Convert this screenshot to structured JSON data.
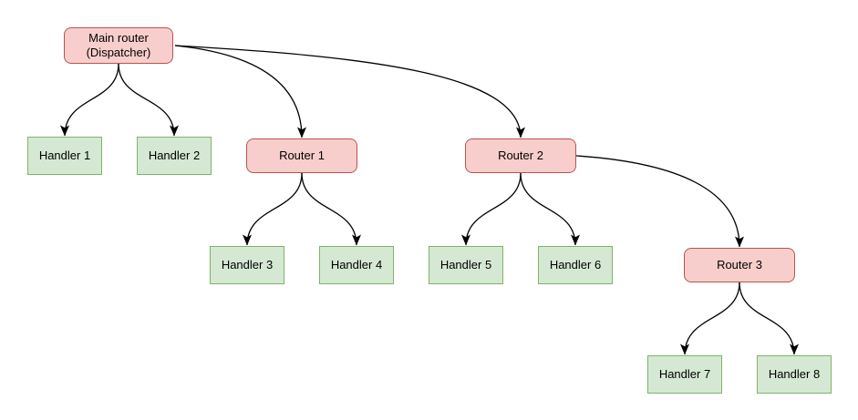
{
  "diagram": {
    "type": "tree",
    "background": "#ffffff",
    "colors": {
      "router_fill": "#f8cecc",
      "router_stroke": "#b85450",
      "handler_fill": "#d5e8d4",
      "handler_stroke": "#82b366",
      "edge_stroke": "#000000",
      "text": "#000000"
    },
    "nodes": [
      {
        "id": "main-router",
        "label": "Main router\n(Dispatcher)",
        "type": "router"
      },
      {
        "id": "handler-1",
        "label": "Handler 1",
        "type": "handler"
      },
      {
        "id": "handler-2",
        "label": "Handler 2",
        "type": "handler"
      },
      {
        "id": "router-1",
        "label": "Router 1",
        "type": "router"
      },
      {
        "id": "router-2",
        "label": "Router 2",
        "type": "router"
      },
      {
        "id": "handler-3",
        "label": "Handler 3",
        "type": "handler"
      },
      {
        "id": "handler-4",
        "label": "Handler 4",
        "type": "handler"
      },
      {
        "id": "handler-5",
        "label": "Handler 5",
        "type": "handler"
      },
      {
        "id": "handler-6",
        "label": "Handler 6",
        "type": "handler"
      },
      {
        "id": "router-3",
        "label": "Router 3",
        "type": "router"
      },
      {
        "id": "handler-7",
        "label": "Handler 7",
        "type": "handler"
      },
      {
        "id": "handler-8",
        "label": "Handler 8",
        "type": "handler"
      }
    ],
    "edges": [
      {
        "from": "main-router",
        "to": "handler-1",
        "arrow": "target"
      },
      {
        "from": "main-router",
        "to": "handler-2",
        "arrow": "target"
      },
      {
        "from": "main-router",
        "to": "router-1",
        "arrow": "target"
      },
      {
        "from": "main-router",
        "to": "router-2",
        "arrow": "target"
      },
      {
        "from": "router-1",
        "to": "handler-3",
        "arrow": "target"
      },
      {
        "from": "router-1",
        "to": "handler-4",
        "arrow": "target"
      },
      {
        "from": "router-2",
        "to": "handler-5",
        "arrow": "target"
      },
      {
        "from": "router-2",
        "to": "handler-6",
        "arrow": "target"
      },
      {
        "from": "router-2",
        "to": "router-3",
        "arrow": "target"
      },
      {
        "from": "router-3",
        "to": "handler-7",
        "arrow": "target"
      },
      {
        "from": "router-3",
        "to": "handler-8",
        "arrow": "target"
      }
    ]
  }
}
